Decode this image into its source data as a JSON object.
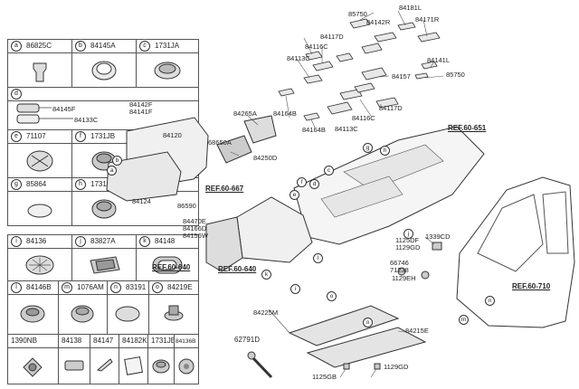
{
  "cells": [
    {
      "letter": "a",
      "parts": [
        "86825C"
      ]
    },
    {
      "letter": "b",
      "parts": [
        "84145A"
      ]
    },
    {
      "letter": "c",
      "parts": [
        "1731JA"
      ]
    },
    {
      "letter": "d",
      "parts": [
        "84145F",
        "84133C"
      ]
    },
    {
      "letter": "e",
      "parts": [
        "71107"
      ]
    },
    {
      "letter": "f",
      "parts": [
        "1731JB"
      ]
    },
    {
      "letter": "g",
      "parts": [
        "85864"
      ]
    },
    {
      "letter": "h",
      "parts": [
        "1731JF"
      ]
    },
    {
      "letter": "i",
      "parts": [
        "84136"
      ]
    },
    {
      "letter": "j",
      "parts": [
        "83827A"
      ]
    },
    {
      "letter": "k",
      "parts": [
        "84148"
      ]
    },
    {
      "letter": "l",
      "parts": [
        "84146B"
      ]
    },
    {
      "letter": "m",
      "parts": [
        "1076AM"
      ]
    },
    {
      "letter": "n",
      "parts": [
        "83191"
      ]
    },
    {
      "letter": "o",
      "parts": [
        "84219E"
      ]
    },
    {
      "letter": "",
      "parts": [
        "1390NB"
      ]
    },
    {
      "letter": "",
      "parts": [
        "84138"
      ]
    },
    {
      "letter": "",
      "parts": [
        "84147"
      ]
    },
    {
      "letter": "",
      "parts": [
        "84182K"
      ]
    },
    {
      "letter": "",
      "parts": [
        "1731JE"
      ]
    },
    {
      "letter": "",
      "parts": [
        "84136B"
      ]
    },
    {
      "letter": "",
      "parts": [
        "62791D"
      ]
    }
  ],
  "labels": {
    "l85750a": "85750",
    "l84181L": "84181L",
    "l84142R": "84142R",
    "l84171R": "84171R",
    "l84117Da": "84117D",
    "l84116Ca": "84116C",
    "l84113Ca": "84113C",
    "l84141L": "84141L",
    "l85750b": "85750",
    "l84157": "84157",
    "l84116Cb": "84116C",
    "l84117Db": "84117D",
    "l84113Cb": "84113C",
    "l84164Ba": "84164B",
    "l84164Bb": "84164B",
    "l84142F": "84142F",
    "l84141F": "84141F",
    "l84120": "84120",
    "l84265A": "84265A",
    "l68650A": "68650A",
    "l84250D": "84250D",
    "l84124": "84124",
    "l86590": "86590",
    "l84470": "84470E",
    "l84166": "84166D",
    "l84156W": "84156W",
    "l1339CD": "1339CD",
    "l1125DF": "1125DF",
    "l1129GD": "1129GD",
    "l66746": "66746",
    "l71238": "71238",
    "l1129EH": "1129EH",
    "l84225M": "84225M",
    "l84215E": "84215E",
    "l1125GB": "1125GB",
    "l1129GDb": "1129GD"
  },
  "refs": {
    "r651": "REF.60-651",
    "r667": "REF.60-667",
    "r640a": "REF.60-640",
    "r640b": "REF.60-640",
    "r710": "REF.60-710"
  },
  "callouts": [
    "a",
    "b",
    "c",
    "d",
    "e",
    "f",
    "g",
    "h",
    "i",
    "j",
    "k",
    "l",
    "m",
    "n",
    "o"
  ]
}
